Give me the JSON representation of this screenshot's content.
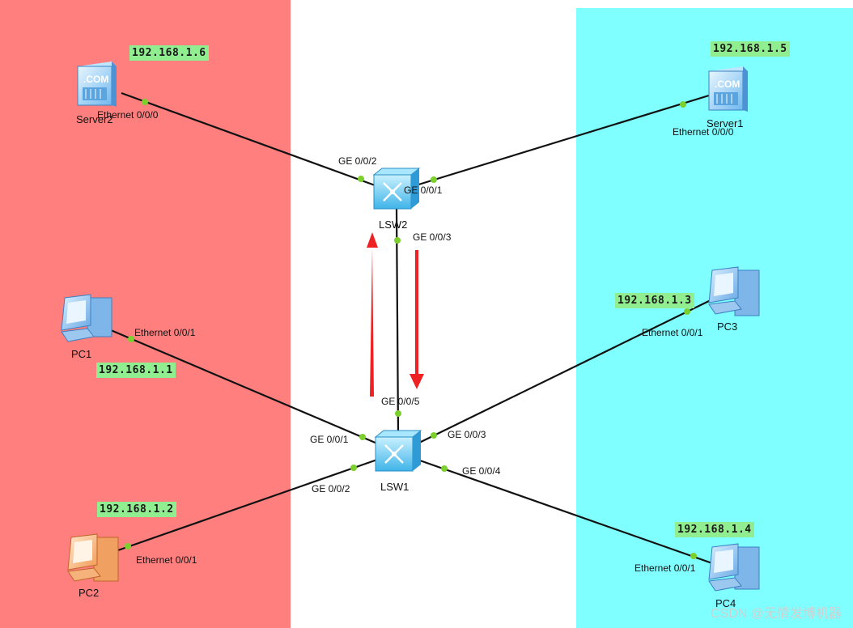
{
  "colors": {
    "left_zone": "#ff7f7f",
    "right_zone": "#7fffff",
    "link": "#111111",
    "port_dot": "#7cd02e",
    "ip_bg": "#90ee90",
    "arrow": "#ee2222"
  },
  "devices": {
    "server2": {
      "name": "Server2",
      "ip": "192.168.1.6",
      "port": "Ethernet 0/0/0",
      "icon": "server-icon"
    },
    "server1": {
      "name": "Server1",
      "ip": "192.168.1.5",
      "port": "Ethernet 0/0/0",
      "icon": "server-icon"
    },
    "pc1": {
      "name": "PC1",
      "ip": "192.168.1.1",
      "port": "Ethernet 0/0/1",
      "icon": "pc-icon"
    },
    "pc2": {
      "name": "PC2",
      "ip": "192.168.1.2",
      "port": "Ethernet 0/0/1",
      "icon": "pc-icon"
    },
    "pc3": {
      "name": "PC3",
      "ip": "192.168.1.3",
      "port": "Ethernet 0/0/1",
      "icon": "pc-icon"
    },
    "pc4": {
      "name": "PC4",
      "ip": "192.168.1.4",
      "port": "Ethernet 0/0/1",
      "icon": "pc-icon"
    },
    "lsw2": {
      "name": "LSW2",
      "icon": "switch-icon",
      "ports": {
        "to_server2": "GE 0/0/2",
        "to_server1": "GE 0/0/1",
        "to_lsw1": "GE 0/0/3"
      }
    },
    "lsw1": {
      "name": "LSW1",
      "icon": "switch-icon",
      "ports": {
        "to_lsw2": "GE 0/0/5",
        "to_pc1": "GE 0/0/1",
        "to_pc2": "GE 0/0/2",
        "to_pc3": "GE 0/0/3",
        "to_pc4": "GE 0/0/4"
      }
    }
  },
  "watermark": "CSDN @无情发博机器"
}
